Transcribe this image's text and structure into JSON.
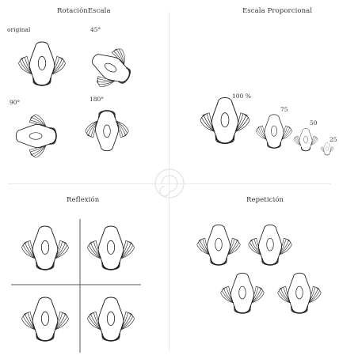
{
  "panels": {
    "rotation_scale": {
      "title": "RotaciónEscala",
      "labels": {
        "original": "original",
        "deg45": "45°",
        "deg90": "90°",
        "deg180": "180°"
      }
    },
    "proportional_scale": {
      "title": "Escala Proporcional",
      "labels": {
        "p100": "100 %",
        "p75": "75",
        "p50": "50",
        "p25": "25"
      }
    },
    "reflection": {
      "title": "Reflexión"
    },
    "repetition": {
      "title": "Repetición"
    }
  },
  "icons": {
    "motif": "winged-bell-motif-icon",
    "watermark": "spiral-watermark-icon"
  },
  "colors": {
    "stroke": "#222222",
    "grid_line": "#e6e6e6",
    "reflection_axis": "#555555"
  }
}
